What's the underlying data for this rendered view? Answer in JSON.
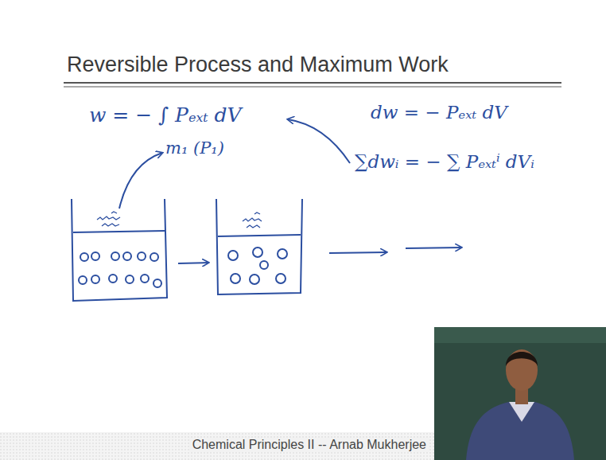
{
  "diagram": {
    "title": "Reversible Process and Maximum Work",
    "caption": "Chemical Principles II -- Arnab Mukherjee",
    "labels": [
      "w = − ∫ Pₑₓₜ dV",
      "dw = − Pₑₓₜ dV",
      "∑dwᵢ = − ∑ Pₑₓₜⁱ dVᵢ",
      "m₁ (P₁)"
    ]
  }
}
